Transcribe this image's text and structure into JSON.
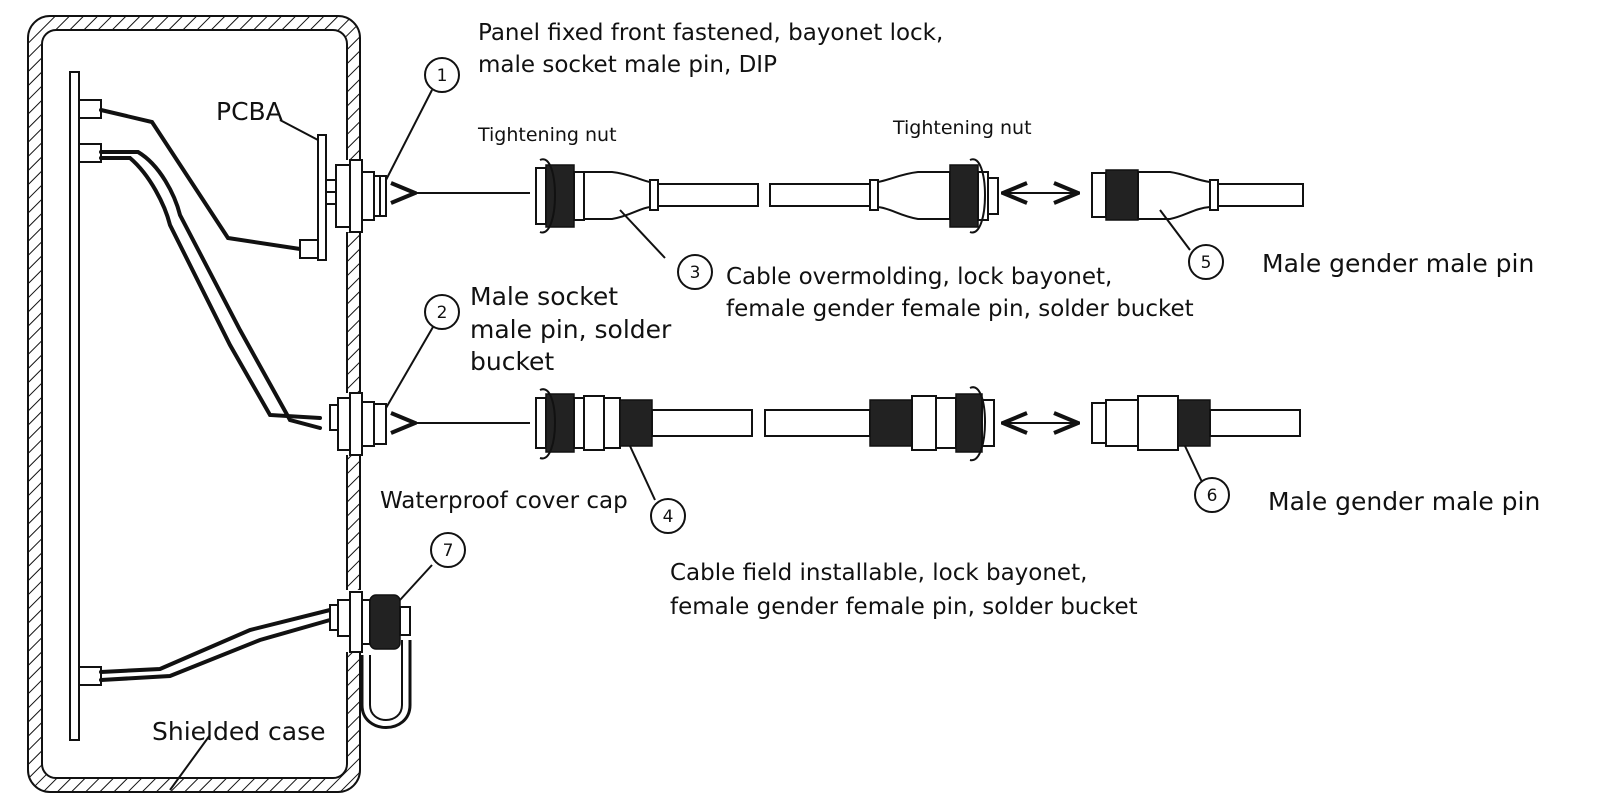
{
  "labels": {
    "item1": "Panel fixed front fastened, bayonet lock,",
    "item1_line2": "male socket male pin, DIP",
    "pcba": "PCBA",
    "tightening_nut_left": "Tightening nut",
    "tightening_nut_right": "Tightening nut",
    "item3_line1": "Cable overmolding, lock bayonet,",
    "item3_line2": "female gender female pin, solder bucket",
    "item5": "Male gender male pin",
    "item2_line1": "Male socket",
    "item2_line2": "male pin, solder",
    "item2_line3": "bucket",
    "waterproof_cap": "Waterproof cover cap",
    "item4_line1": "Cable field installable, lock bayonet,",
    "item4_line2": "female gender female pin, solder bucket",
    "item6": "Male gender male pin",
    "shielded_case": "Shielded case"
  },
  "callouts": [
    "1",
    "2",
    "3",
    "4",
    "5",
    "6",
    "7"
  ]
}
